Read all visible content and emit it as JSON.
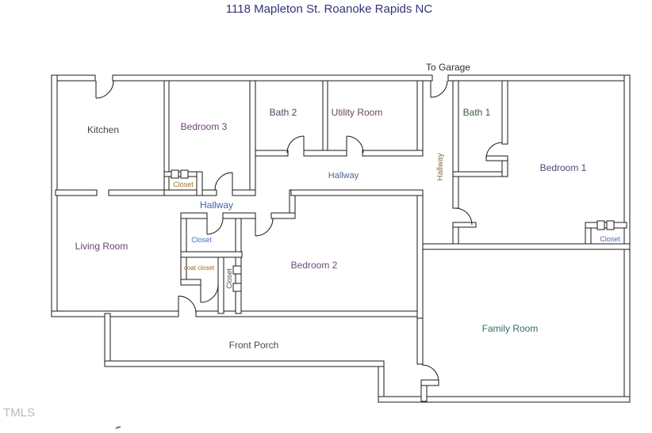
{
  "title": "1118 Mapleton St.  Roanoke Rapids NC",
  "watermark": "TMLS",
  "labels": {
    "to_garage": "To Garage",
    "kitchen": "Kitchen",
    "bedroom3": "Bedroom 3",
    "bath2": "Bath 2",
    "utility": "Utility Room",
    "bath1": "Bath 1",
    "bedroom1": "Bedroom 1",
    "hallway_upper": "Hallway",
    "hallway_lower": "Hallway",
    "hallway_vertical": "Hallway",
    "closet_bedroom3": "Closet",
    "closet_hall": "Closet",
    "coat_closet": "coat closet",
    "closet_bedroom2_vertical": "Closet",
    "closet_bedroom1": "Closet",
    "bedroom2": "Bedroom 2",
    "living_room": "Living Room",
    "front_porch": "Front Porch",
    "family_room": "Family Room"
  },
  "colors": {
    "wall": "#1a1a1a",
    "title": "#32327d",
    "to_garage": "#303030",
    "kitchen": "#3c4a38",
    "bedroom3": "#6d4373",
    "bath2": "#3e4a5f",
    "utility": "#69455f",
    "bath1": "#405a40",
    "bedroom1": "#4c4878",
    "hallway_upper": "#50629c",
    "hallway_lower": "#3f63ae",
    "hallway_vertical": "#8a6a42",
    "closet_bedroom3": "#a8721f",
    "closet_hall": "#3e6dc4",
    "coat_closet": "#a8641f",
    "closet_bedroom2_vertical": "#50505c",
    "closet_bedroom1": "#3e6dc4",
    "bedroom2": "#6d4a79",
    "living_room": "#6b4070",
    "front_porch": "#41503f",
    "family_room": "#2f6e6b",
    "watermark": "#b9b9b9"
  }
}
